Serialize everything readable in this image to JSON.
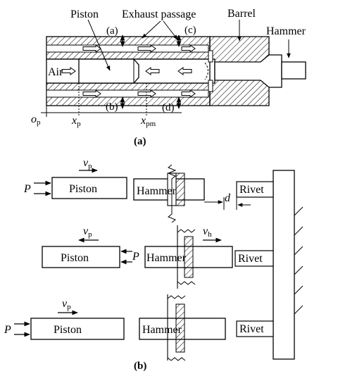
{
  "part_a": {
    "caption": "(a)",
    "labels": {
      "piston": "Piston",
      "exhaust_passage": "Exhaust passage",
      "barrel": "Barrel",
      "hammer": "Hammer",
      "air": "Air",
      "port_a": "(a)",
      "port_b": "(b)",
      "port_c": "(c)",
      "port_d": "(d)"
    },
    "axis": {
      "origin_main": "o",
      "origin_sub": "p",
      "xp_main": "x",
      "xp_sub": "p",
      "xpm_main": "x",
      "xpm_sub": "pm"
    }
  },
  "part_b": {
    "caption": "(b)",
    "rows": [
      {
        "piston": "Piston",
        "hammer": "Hammer",
        "rivet": "Rivet",
        "force": "P",
        "vel_main": "v",
        "vel_sub": "p",
        "gap": "d"
      },
      {
        "piston": "Piston",
        "hammer": "Hammer",
        "rivet": "Rivet",
        "force": "P",
        "vel_main": "v",
        "vel_sub": "p",
        "vh_main": "v",
        "vh_sub": "h"
      },
      {
        "piston": "Piston",
        "hammer": "Hammer",
        "rivet": "Rivet",
        "force": "P",
        "vel_main": "v",
        "vel_sub": "p"
      }
    ]
  }
}
